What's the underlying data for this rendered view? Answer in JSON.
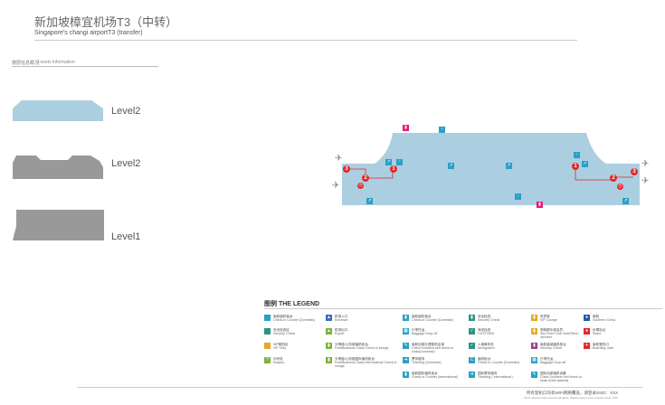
{
  "header": {
    "title_cn": "新加坡樟宜机场T3（中转）",
    "title_en": "Singapore's changi airportT3 (transfer)"
  },
  "levels": {
    "title_cn": "楼层信息概况",
    "title_en": "Levels Information",
    "items": [
      {
        "label": "Level2"
      },
      {
        "label": "Level2"
      },
      {
        "label": "Level1"
      }
    ]
  },
  "map": {
    "steps": [
      "1",
      "2",
      "3"
    ],
    "colors": {
      "floor": "#abcfe0",
      "route": "#e3262b",
      "icon": "#2a9fc7",
      "toilet": "#e6197a"
    }
  },
  "legend": {
    "title_cn": "图例",
    "title_en": "THE LEGEND",
    "columns": [
      [
        {
          "cn": "南航值机柜台",
          "en": "Check-in Counter (Domestic)",
          "color": "#2a9fc7",
          "g": ""
        },
        {
          "cn": "安全检查区",
          "en": "Security Check",
          "color": "#2a9484",
          "g": ""
        },
        {
          "cn": "VIP候机区",
          "en": "VIP Only",
          "color": "#e8a728",
          "g": ""
        },
        {
          "cn": "问讯处",
          "en": "Enquiry",
          "color": "#7ab43c",
          "g": "?"
        }
      ],
      [
        {
          "cn": "机场入口",
          "en": "Entrance",
          "color": "#3b6fb6",
          "g": "▲"
        },
        {
          "cn": "机场出口",
          "en": "Export",
          "color": "#7ab43c",
          "g": "▲"
        },
        {
          "cn": "头等舱/公务舱值机柜台",
          "en": "First/Business Class Check-in lounge",
          "color": "#7ab43c",
          "g": "▮"
        },
        {
          "cn": "头等舱/公务舱国际值机柜台",
          "en": "First/Business Class International Check-in lounge",
          "color": "#7ab43c",
          "g": "▮"
        }
      ],
      [
        {
          "cn": "南航值机柜台",
          "en": "Check-in Counter (Domestic)",
          "color": "#2a9fc7",
          "g": "▮"
        },
        {
          "cn": "行李托运",
          "en": "Baggage Drop-off",
          "color": "#2a9fc7",
          "g": "▦"
        },
        {
          "cn": "南航自助办理乘机区域",
          "en": "China Southern self check-in kiosk(Domestic)",
          "color": "#2a9fc7",
          "g": "✎"
        },
        {
          "cn": "票务服务",
          "en": "Ticketing (Domestic)",
          "color": "#2a9fc7",
          "g": "➔"
        },
        {
          "cn": "南航国际值机柜台",
          "en": "Check-in Counter (International)",
          "color": "#2a9fc7",
          "g": "▮"
        }
      ],
      [
        {
          "cn": "安全检查",
          "en": "Security Check",
          "color": "#2a9484",
          "g": "▮"
        },
        {
          "cn": "海关检查",
          "en": "CUSTOMS",
          "color": "#2a9484",
          "g": "✓"
        },
        {
          "cn": "入境事务处",
          "en": "Immigration",
          "color": "#2a9484",
          "g": "✓"
        },
        {
          "cn": "值机柜台",
          "en": "Check-in Counter (Domestic)",
          "color": "#2a9fc7",
          "g": "C"
        },
        {
          "cn": "国际票务服务",
          "en": "Ticketing ( International )",
          "color": "#2a9fc7",
          "g": "➔"
        }
      ],
      [
        {
          "cn": "贵宾室",
          "en": "VIP Lounge",
          "color": "#e8a728",
          "g": "▮"
        },
        {
          "cn": "明珠俱乐部会员",
          "en": "Sky Pearl Club Gold/Silver member",
          "color": "#e8a728",
          "g": "▮"
        },
        {
          "cn": "南航高端值机柜台",
          "en": "Security Check",
          "color": "#9b3f8e",
          "g": "▮"
        },
        {
          "cn": "行李托运",
          "en": "Baggage Drop-off",
          "color": "#2a9fc7",
          "g": "▦"
        },
        {
          "cn": "国际自助值机设备",
          "en": "China Southern self check-in kiosk (International)",
          "color": "#2a9fc7",
          "g": "✎"
        }
      ],
      [
        {
          "cn": "南航",
          "en": "Southern China",
          "color": "#1f5fa8",
          "g": "●"
        },
        {
          "cn": "步骤站点",
          "en": "Steps",
          "color": "#e3262b",
          "g": "●"
        },
        {
          "cn": "南航登机口",
          "en": "Boarding Gate",
          "color": "#e3262b",
          "g": "✈"
        }
      ]
    ]
  },
  "footer": {
    "cn": "所有登机口均有WIFI网络覆盖，请登录SSID：XXX",
    "en": "Wi-Fi network have covered all gates. Please logon to the network name: XXX"
  }
}
